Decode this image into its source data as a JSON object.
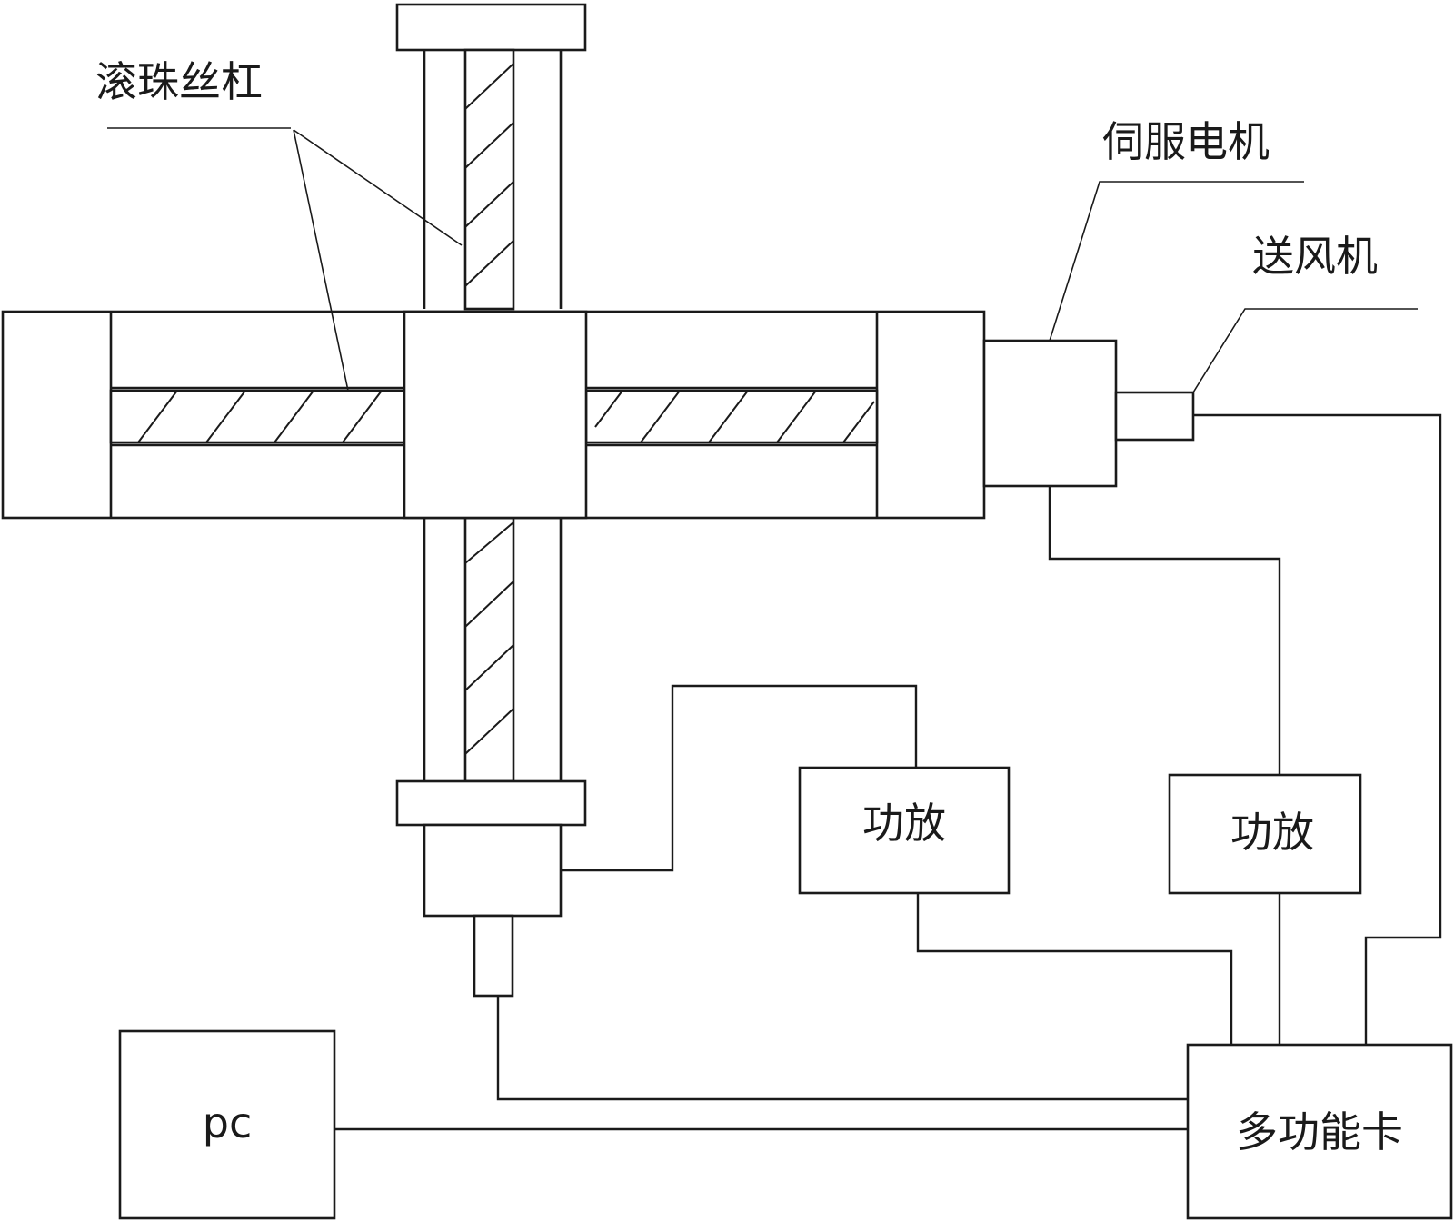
{
  "labels": {
    "ball_screw": "滚珠丝杠",
    "servo_motor": "伺服电机",
    "blower": "送风机",
    "power_amp_1": "功放",
    "power_amp_2": "功放",
    "pc": "pc",
    "multifunction_card": "多功能卡"
  }
}
